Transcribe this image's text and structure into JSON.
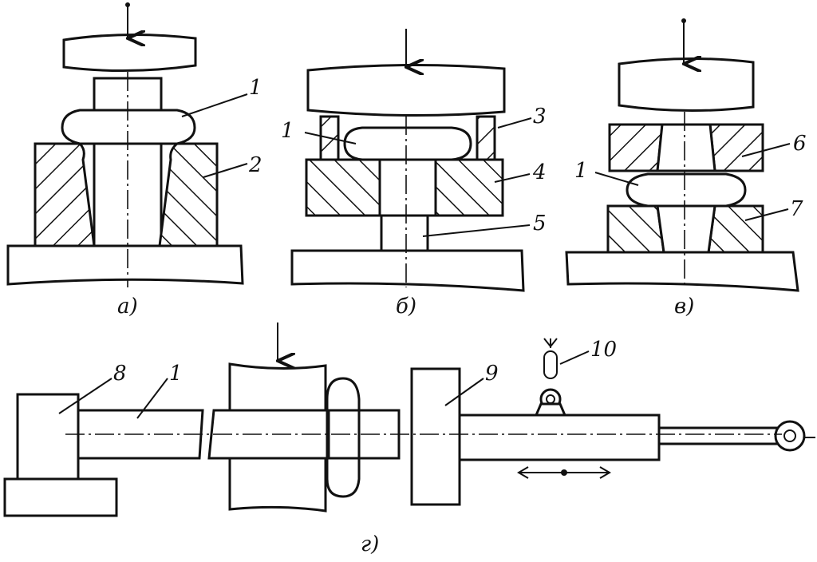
{
  "figures": {
    "a": {
      "caption": "а)",
      "labels": [
        "1",
        "2"
      ]
    },
    "b": {
      "caption": "б)",
      "labels": [
        "1",
        "3",
        "4",
        "5"
      ]
    },
    "v": {
      "caption": "в)",
      "labels": [
        "6",
        "1",
        "7"
      ]
    },
    "g": {
      "caption": "г)",
      "labels": [
        "8",
        "1",
        "9",
        "10"
      ]
    }
  }
}
